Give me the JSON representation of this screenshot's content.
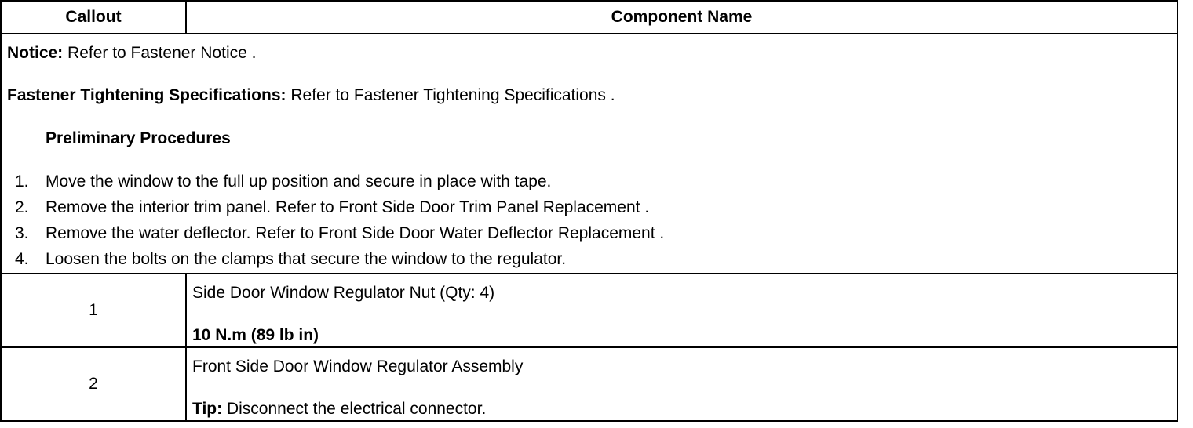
{
  "table": {
    "headers": {
      "callout": "Callout",
      "component_name": "Component Name"
    },
    "notice": {
      "label": "Notice:",
      "text": " Refer to Fastener Notice ."
    },
    "fastener_spec": {
      "label": "Fastener Tightening Specifications:",
      "text": " Refer to Fastener Tightening Specifications ."
    },
    "preliminary_title": "Preliminary Procedures",
    "steps": [
      {
        "num": "1.",
        "text": "Move the window to the full up position and secure in place with tape."
      },
      {
        "num": "2.",
        "text": "Remove the interior trim panel. Refer to Front Side Door Trim Panel Replacement ."
      },
      {
        "num": "3.",
        "text": "Remove the water deflector. Refer to Front Side Door Water Deflector Replacement ."
      },
      {
        "num": "4.",
        "text": "Loosen the bolts on the clamps that secure the window to the regulator."
      }
    ],
    "rows": [
      {
        "callout": "1",
        "name": "Side Door Window Regulator Nut (Qty: 4)",
        "spec": "10 N.m (89 lb in)"
      },
      {
        "callout": "2",
        "name": "Front Side Door Window Regulator Assembly",
        "tip_label": "Tip:",
        "tip_text": " Disconnect the electrical connector."
      }
    ]
  }
}
